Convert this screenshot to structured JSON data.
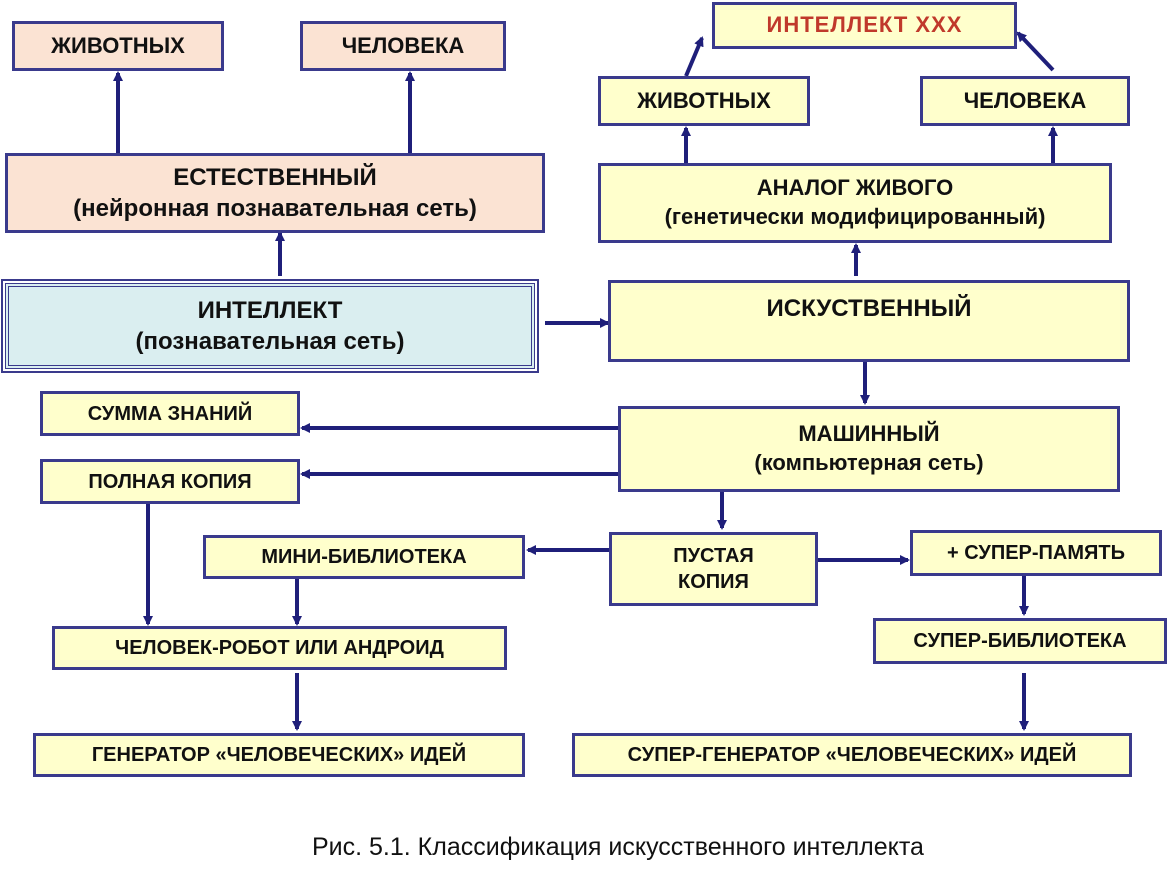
{
  "boxes": {
    "natural_animals": "ЖИВОТНЫХ",
    "natural_human": "ЧЕЛОВЕКА",
    "natural_title": "ЕСТЕСТВЕННЫЙ",
    "natural_sub": "(нейронная познавательная сеть)",
    "intellect_title": "ИНТЕЛЛЕКТ",
    "intellect_sub": "(познавательная сеть)",
    "intellect_xxx": "ИНТЕЛЛЕКТ  XXX",
    "analog_animals": "ЖИВОТНЫХ",
    "analog_human": "ЧЕЛОВЕКА",
    "analog_title": "АНАЛОГ ЖИВОГО",
    "analog_sub": "(генетически модифицированный)",
    "artificial": "ИСКУСТВЕННЫЙ",
    "machine_title": "МАШИННЫЙ",
    "machine_sub": "(компьютерная сеть)",
    "knowledge_sum": "СУММА ЗНАНИЙ",
    "full_copy": "ПОЛНАЯ КОПИЯ",
    "mini_library": "МИНИ-БИБЛИОТЕКА",
    "empty_copy_1": "ПУСТАЯ",
    "empty_copy_2": "КОПИЯ",
    "super_memory": "+ СУПЕР-ПАМЯТЬ",
    "super_library": "СУПЕР-БИБЛИОТЕКА",
    "android": "ЧЕЛОВЕК-РОБОТ ИЛИ АНДРОИД",
    "generator": "ГЕНЕРАТОР «ЧЕЛОВЕЧЕСКИХ» ИДЕЙ",
    "super_generator": "СУПЕР-ГЕНЕРАТОР «ЧЕЛОВЕЧЕСКИХ» ИДЕЙ"
  },
  "caption": "Рис. 5.1. Классификация искусственного интеллекта",
  "colors": {
    "border": "#3a3a8c",
    "arrow": "#1f1f7a",
    "peach": "#fbe3d3",
    "yellow": "#ffffcc",
    "blue": "#daeef0",
    "title_red": "#c0392b"
  }
}
